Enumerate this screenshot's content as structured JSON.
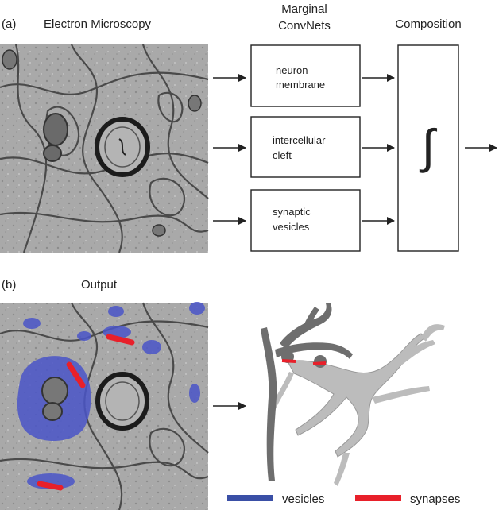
{
  "panel_a": {
    "tag": "(a)",
    "input_title": "Electron Microscopy",
    "convnets_title_line1": "Marginal",
    "convnets_title_line2": "ConvNets",
    "composition_title": "Composition",
    "boxes": [
      {
        "line1": "neuron",
        "line2": "membrane"
      },
      {
        "line1": "intercellular",
        "line2": "cleft"
      },
      {
        "line1": "synaptic",
        "line2": "vesicles"
      }
    ],
    "integral_symbol": "∫"
  },
  "panel_b": {
    "tag": "(b)",
    "output_title": "Output",
    "legend": [
      {
        "label": "vesicles",
        "color": "#3a4fa6"
      },
      {
        "label": "synapses",
        "color": "#e8202a"
      }
    ]
  },
  "colors": {
    "em_background": "#a8a8a8",
    "membrane": "#3a3a3a",
    "vesicle_overlay": "#4a55c8",
    "synapse": "#e8202a",
    "neuron_dark": "#6e6e6e",
    "neuron_light": "#b9b9b9"
  }
}
